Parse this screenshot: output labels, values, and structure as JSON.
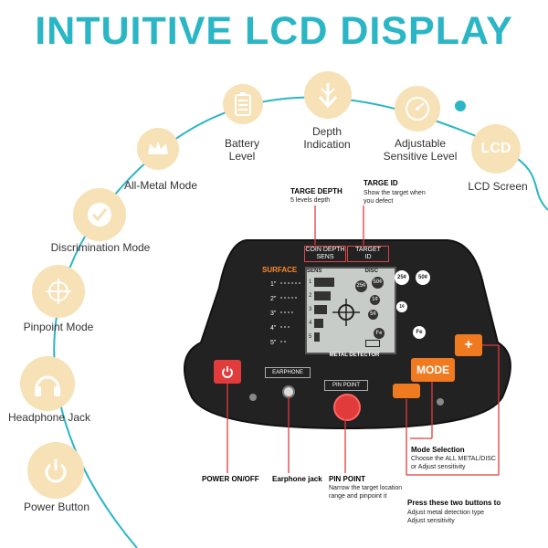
{
  "title": "INTUITIVE LCD DISPLAY",
  "features": [
    {
      "label": "Battery\nLevel",
      "icon": "battery-icon"
    },
    {
      "label": "Depth\nIndication",
      "icon": "depth-arrow-icon"
    },
    {
      "label": "Adjustable\nSensitive Level",
      "icon": "gauge-icon"
    },
    {
      "label": "LCD Screen",
      "icon": "lcd-icon",
      "badge": "LCD"
    },
    {
      "label": "All-Metal Mode",
      "icon": "crown-icon"
    },
    {
      "label": "Discrimination Mode",
      "icon": "checkmark-icon"
    },
    {
      "label": "Pinpoint Mode",
      "icon": "crosshair-icon"
    },
    {
      "label": "Headphone Jack",
      "icon": "headphone-icon"
    },
    {
      "label": "Power Button",
      "icon": "power-icon"
    }
  ],
  "callouts": {
    "targe_depth": {
      "title": "TARGE DEPTH",
      "sub": "5 levels depth"
    },
    "targe_id": {
      "title": "TARGE ID",
      "sub": "Show the target when\nyou defect"
    },
    "power": {
      "title": "POWER ON/OFF"
    },
    "earphone": {
      "title": "Earphone jack"
    },
    "pinpoint": {
      "title": "PIN POINT",
      "sub": "Narrow the target location\nrange and pinpoint it"
    },
    "mode": {
      "title": "Mode Selection",
      "sub": "Choose the ALL METAL/DISC\nor Adjust sensitivity"
    },
    "buttons": {
      "title": "Press these two buttons to",
      "sub": "Adjust metal detection type\nAdjust sensitivity"
    }
  },
  "device": {
    "coin_depth_sens": "COIN DEPTH\nSENS",
    "target_id": "TARGET\nID",
    "surface": "SURFACE",
    "depths": [
      "1\"",
      "2\"",
      "3\"",
      "4\"",
      "5\""
    ],
    "sens": "SENS",
    "disc": "DISC",
    "sens_levels": [
      "1",
      "2",
      "3",
      "4",
      "5"
    ],
    "coins_lcd": [
      "25¢",
      "50¢",
      "1¢",
      "5¢",
      "Fe"
    ],
    "coins_side": [
      "25¢",
      "50¢",
      "1¢",
      "Fe"
    ],
    "brand": "METAL DETECTOR",
    "earphone": "EARPHONE",
    "pin_point": "PIN POINT",
    "mode": "MODE",
    "plus": "+"
  }
}
